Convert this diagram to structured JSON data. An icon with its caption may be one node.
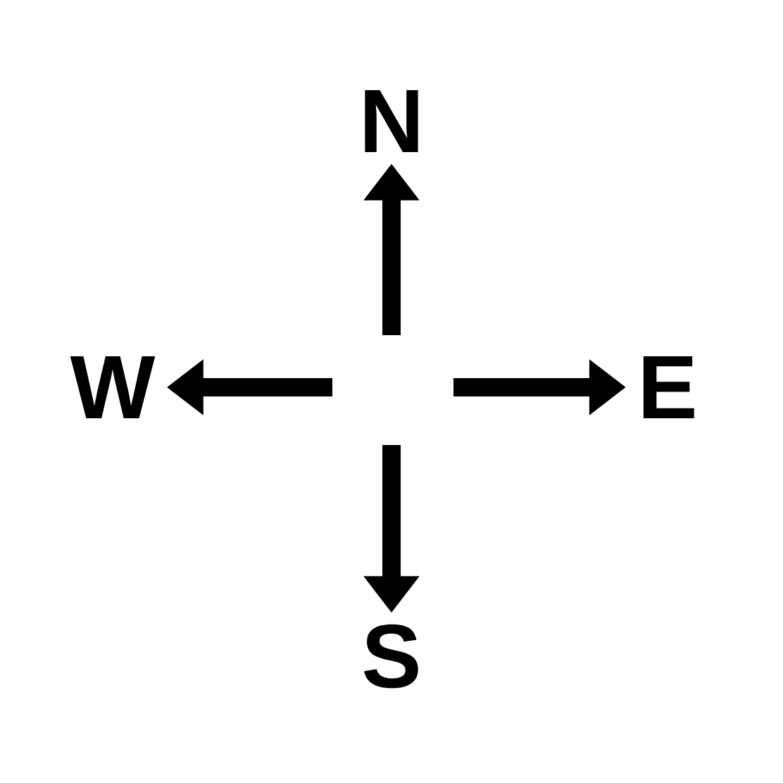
{
  "diagram": {
    "nodes": [
      {
        "text": [
          "N"
        ]
      },
      {
        "text": [
          "W"
        ]
      },
      {
        "text": [
          "E"
        ]
      },
      {
        "text": [
          "S"
        ]
      }
    ],
    "edges": [
      {
        "from": null,
        "to": 0,
        "arrow": "to"
      },
      {
        "from": null,
        "to": 1,
        "arrow": "to"
      },
      {
        "from": null,
        "to": 2,
        "arrow": "to"
      },
      {
        "from": null,
        "to": 3,
        "arrow": "to"
      }
    ]
  }
}
